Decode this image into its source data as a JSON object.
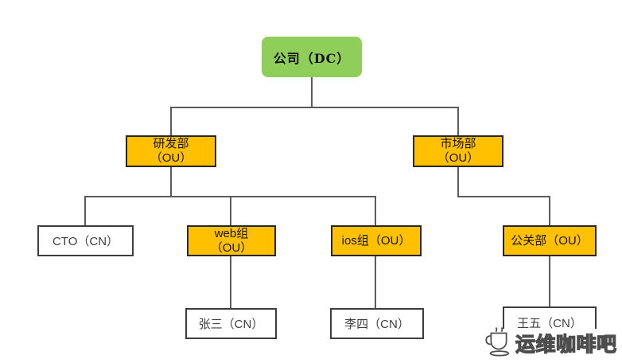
{
  "colors": {
    "dc_fill": "#90CE5A",
    "ou_fill": "#FFC000",
    "cn_fill": "#FFFFFF",
    "box_border": "#262626",
    "line": "#5B5B5B"
  },
  "nodes": {
    "dc": {
      "label": "公司（DC）",
      "type": "DC"
    },
    "rd": {
      "label": "研发部\n（OU）",
      "type": "OU"
    },
    "mkt": {
      "label": "市场部\n（OU）",
      "type": "OU"
    },
    "cto": {
      "label": "CTO（CN）",
      "type": "CN"
    },
    "web": {
      "label": "web组\n（OU）",
      "type": "OU"
    },
    "ios": {
      "label": "ios组（OU）",
      "type": "OU"
    },
    "pr": {
      "label": "公关部（OU）",
      "type": "OU"
    },
    "zhangsan": {
      "label": "张三（CN）",
      "type": "CN"
    },
    "lisi": {
      "label": "李四（CN）",
      "type": "CN"
    },
    "wangwu": {
      "label": "王五（CN）",
      "type": "CN"
    }
  },
  "edges": [
    [
      "dc",
      "rd"
    ],
    [
      "dc",
      "mkt"
    ],
    [
      "rd",
      "cto"
    ],
    [
      "rd",
      "web"
    ],
    [
      "rd",
      "ios"
    ],
    [
      "mkt",
      "pr"
    ],
    [
      "web",
      "zhangsan"
    ],
    [
      "ios",
      "lisi"
    ],
    [
      "pr",
      "wangwu"
    ]
  ],
  "watermark": {
    "text": "运维咖啡吧",
    "logo": "coffee-cup"
  }
}
